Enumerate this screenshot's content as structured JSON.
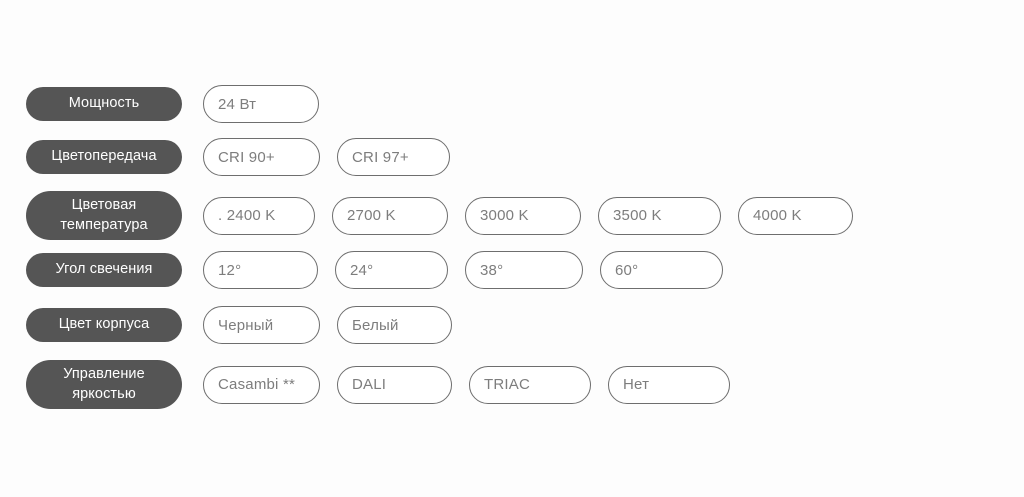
{
  "theme": {
    "background": "#fdfdfd",
    "label_pill_bg": "#555555",
    "label_pill_text": "#ffffff",
    "option_pill_border": "#6e6e6e",
    "option_pill_bg": "#ffffff",
    "option_pill_text": "#7d7d7d"
  },
  "rows": [
    {
      "id": "power",
      "label": "Мощность",
      "label_lines": [
        "Мощность"
      ],
      "options": [
        "24 Вт"
      ]
    },
    {
      "id": "cri",
      "label": "Цветопередача",
      "label_lines": [
        "Цветопередача"
      ],
      "options": [
        "CRI 90+",
        "CRI 97+"
      ]
    },
    {
      "id": "temp",
      "label": "Цветовая температура",
      "label_lines": [
        "Цветовая",
        "температура"
      ],
      "options": [
        ". 2400 K",
        "2700 K",
        "3000 K",
        "3500 K",
        "4000 K"
      ]
    },
    {
      "id": "angle",
      "label": "Угол свечения",
      "label_lines": [
        "Угол свечения"
      ],
      "options": [
        "12°",
        "24°",
        "38°",
        "60°"
      ]
    },
    {
      "id": "color",
      "label": "Цвет корпуса",
      "label_lines": [
        "Цвет корпуса"
      ],
      "options": [
        "Черный",
        "Белый"
      ]
    },
    {
      "id": "dimming",
      "label": "Управление яркостью",
      "label_lines": [
        "Управление",
        "яркостью"
      ],
      "options": [
        "Casambi **",
        "DALI",
        "TRIAC",
        "Нет"
      ]
    }
  ]
}
